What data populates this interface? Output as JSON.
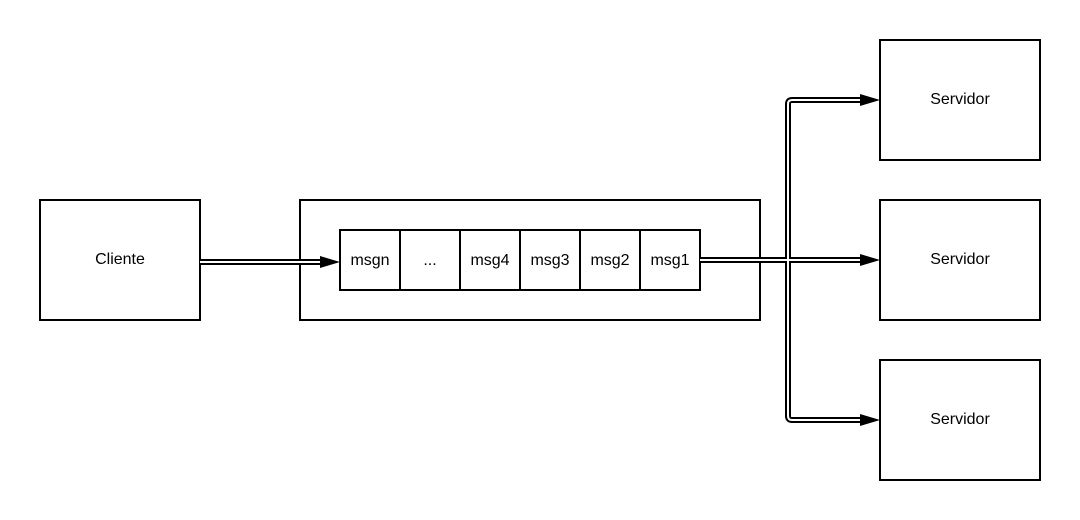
{
  "client": {
    "label": "Cliente"
  },
  "queue": {
    "cells": [
      "msgn",
      "...",
      "msg4",
      "msg3",
      "msg2",
      "msg1"
    ]
  },
  "servers": [
    {
      "label": "Servidor"
    },
    {
      "label": "Servidor"
    },
    {
      "label": "Servidor"
    }
  ],
  "colors": {
    "stroke": "#000000",
    "background": "#ffffff"
  }
}
